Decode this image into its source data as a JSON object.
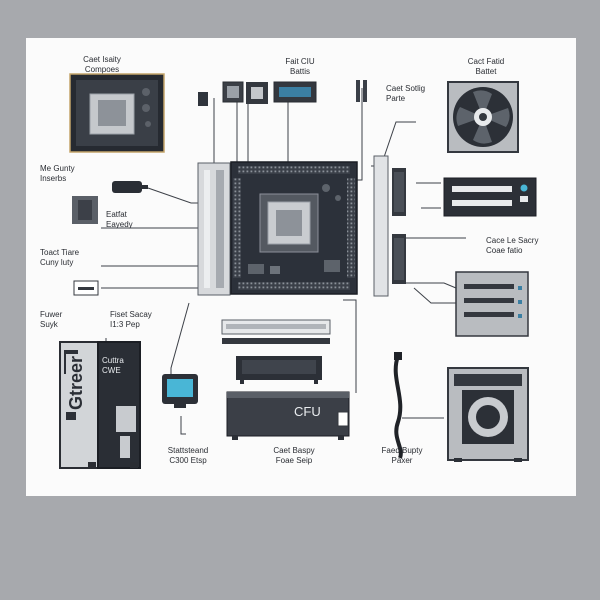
{
  "labels": {
    "tl_module": "Caet Isaity\nCompoes",
    "top_mid": "Fait CIU\nBattis",
    "top_right_small": "Caet Sotlig\nParte",
    "top_right": "Cact Fatid\nBattet",
    "left_1": "Me Gunty\nInserbs",
    "left_2": "Eatfat\nEayedy",
    "left_3": "Toact Tiare\nCuny luty",
    "right_mid": "Cace Le Sacry\nCoae fatio",
    "psu_left_title": "Fuwer\nSuyk",
    "psu_right_title": "Fiset Sacay\nI1:3 Pep",
    "bottom_left": "Stattsteand\nC300 Etsp",
    "bottom_mid": "Caet Baspy\nFoae Seip",
    "bottom_right": "Faed Bupty\nPaxer",
    "device_text": "CFU",
    "psu_brand": "Gtreer",
    "psu_sub": "Cuttra\nCWE"
  },
  "colors": {
    "board": "#2c313a",
    "board_edge": "#1b1e24",
    "line": "#3d4148",
    "panel_bg": "#fbfbfb",
    "gray_panel": "#b9bcc0",
    "dark_part": "#34383f",
    "accent_blue": "#3b7fa3",
    "accent_cyan": "#49b6d6"
  }
}
